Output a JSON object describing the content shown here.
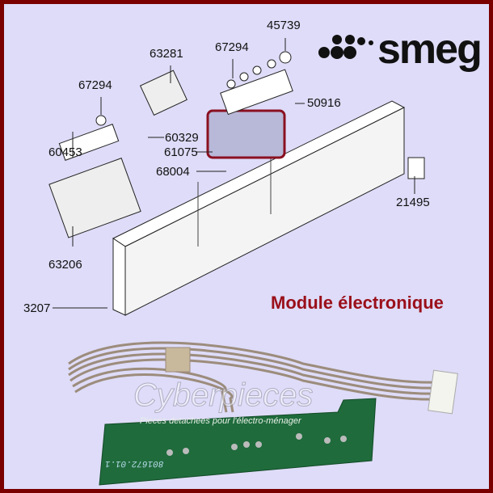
{
  "brand": "smeg",
  "title": "Module électronique",
  "part_numbers": {
    "p45739": "45739",
    "p63281": "63281",
    "p67294a": "67294",
    "p67294b": "67294",
    "p50916": "50916",
    "p60329": "60329",
    "p61075": "61075",
    "p60453": "60453",
    "p68004": "68004",
    "p21495": "21495",
    "p63206": "63206",
    "p3207": "3207"
  },
  "watermark": {
    "name": "Cyberpieces",
    "tagline": "Pieces detachees pour l'électro-ménager"
  },
  "pcb_code": "801672.01.1",
  "colors": {
    "border": "#7a0000",
    "background": "#dedcf8",
    "title": "#9a0f1a",
    "highlight": "#8a1020"
  }
}
